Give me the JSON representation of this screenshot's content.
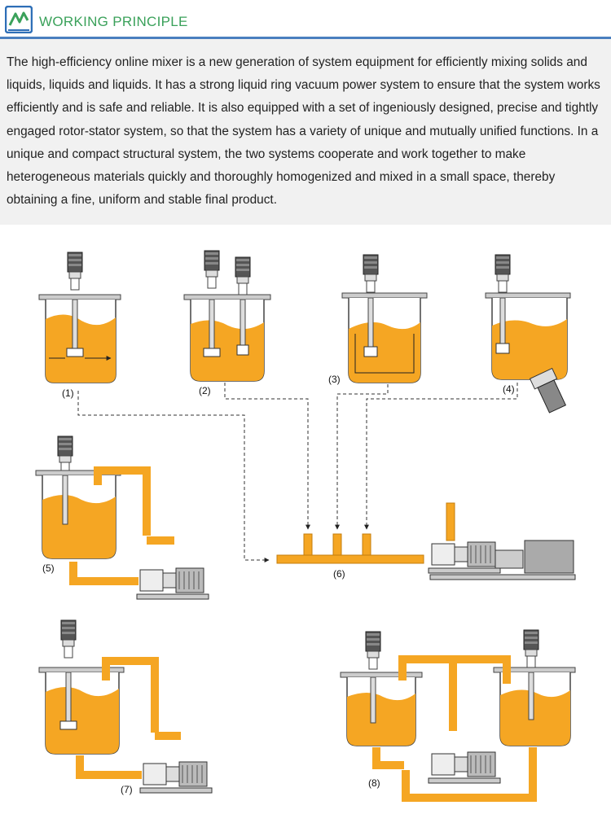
{
  "header": {
    "title": "WORKING PRINCIPLE",
    "accent_color": "#3aa15a",
    "rule_color": "#4a7fbf",
    "logo_icon": "mixer-logo-icon"
  },
  "intro": {
    "text": "The high-efficiency online mixer is a new generation of system equipment for efficiently mixing solids and liquids, liquids and liquids. It has a strong liquid ring vacuum power system to ensure that the system works efficiently and is safe and reliable. It is also equipped with a set of ingeniously designed, precise and tightly engaged rotor-stator system, so that the system has a variety of unique and mutually unified functions. In a unique and compact structural system, the two systems cooperate and work together to make heterogeneous materials quickly and thoroughly homogenized and mixed in a small space, thereby obtaining a fine, uniform and stable final product."
  },
  "diagram": {
    "fluid_color": "#f5a623",
    "labels": [
      "(1)",
      "(2)",
      "(3)",
      "(4)",
      "(5)",
      "(6)",
      "(7)",
      "(8)"
    ]
  }
}
